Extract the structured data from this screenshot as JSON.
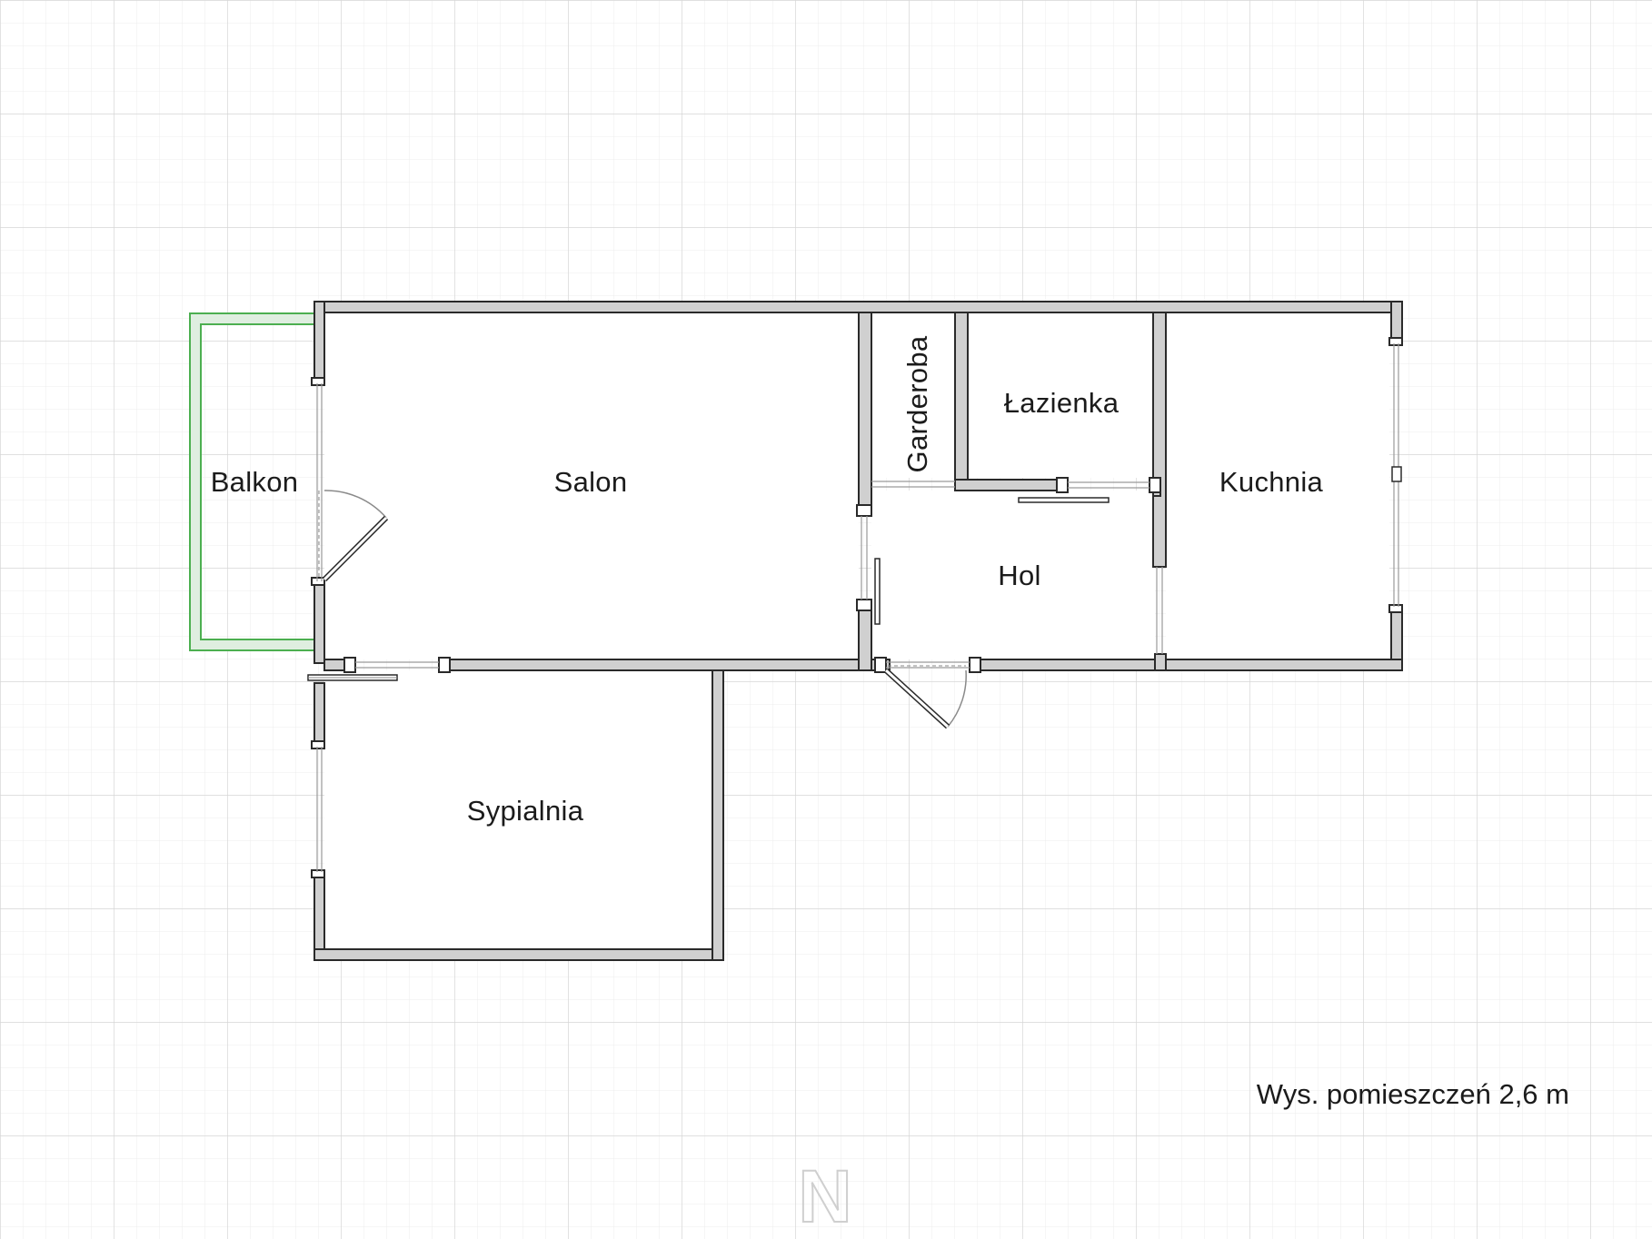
{
  "floor_plan": {
    "rooms": {
      "balkon": "Balkon",
      "salon": "Salon",
      "garderoba": "Garderoba",
      "lazienka": "Łazienka",
      "kuchnia": "Kuchnia",
      "hol": "Hol",
      "sypialnia": "Sypialnia"
    },
    "ceiling_height_note": "Wys. pomieszczeń 2,6 m"
  },
  "branding": {
    "logo_text": "N"
  },
  "colors": {
    "wall_fill": "#d0d0d0",
    "wall_stroke": "#2a2a2a",
    "balcony_outline": "#4caf50",
    "balcony_fill": "#dfeee0",
    "grid_major": "#d9d9d9",
    "grid_minor": "#ececec",
    "logo": "#cfcfcf"
  }
}
